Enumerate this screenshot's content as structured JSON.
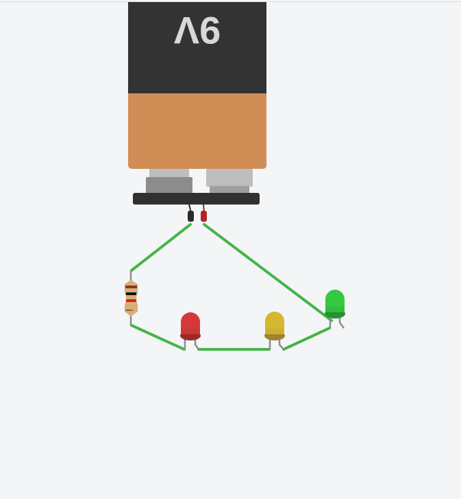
{
  "battery": {
    "label": "9V",
    "colors": {
      "top": "#333333",
      "bottom": "#d18d56",
      "terminal_light": "#bdbdbd",
      "terminal_dark": "#8c8c8c",
      "base": "#303030"
    }
  },
  "wire_color": "#46b446",
  "components": {
    "resistor": {
      "bands": [
        "#8b3a1a",
        "#111111",
        "#e51c1c",
        "#b38a3a"
      ],
      "body_color": "#d6b07a"
    },
    "leds": [
      {
        "name": "red",
        "color": "#d23a3a",
        "rim": "#9a2a2a"
      },
      {
        "name": "yellow",
        "color": "#d4b632",
        "rim": "#9c8430"
      },
      {
        "name": "green",
        "color": "#35c942",
        "rim": "#26922f"
      }
    ]
  }
}
